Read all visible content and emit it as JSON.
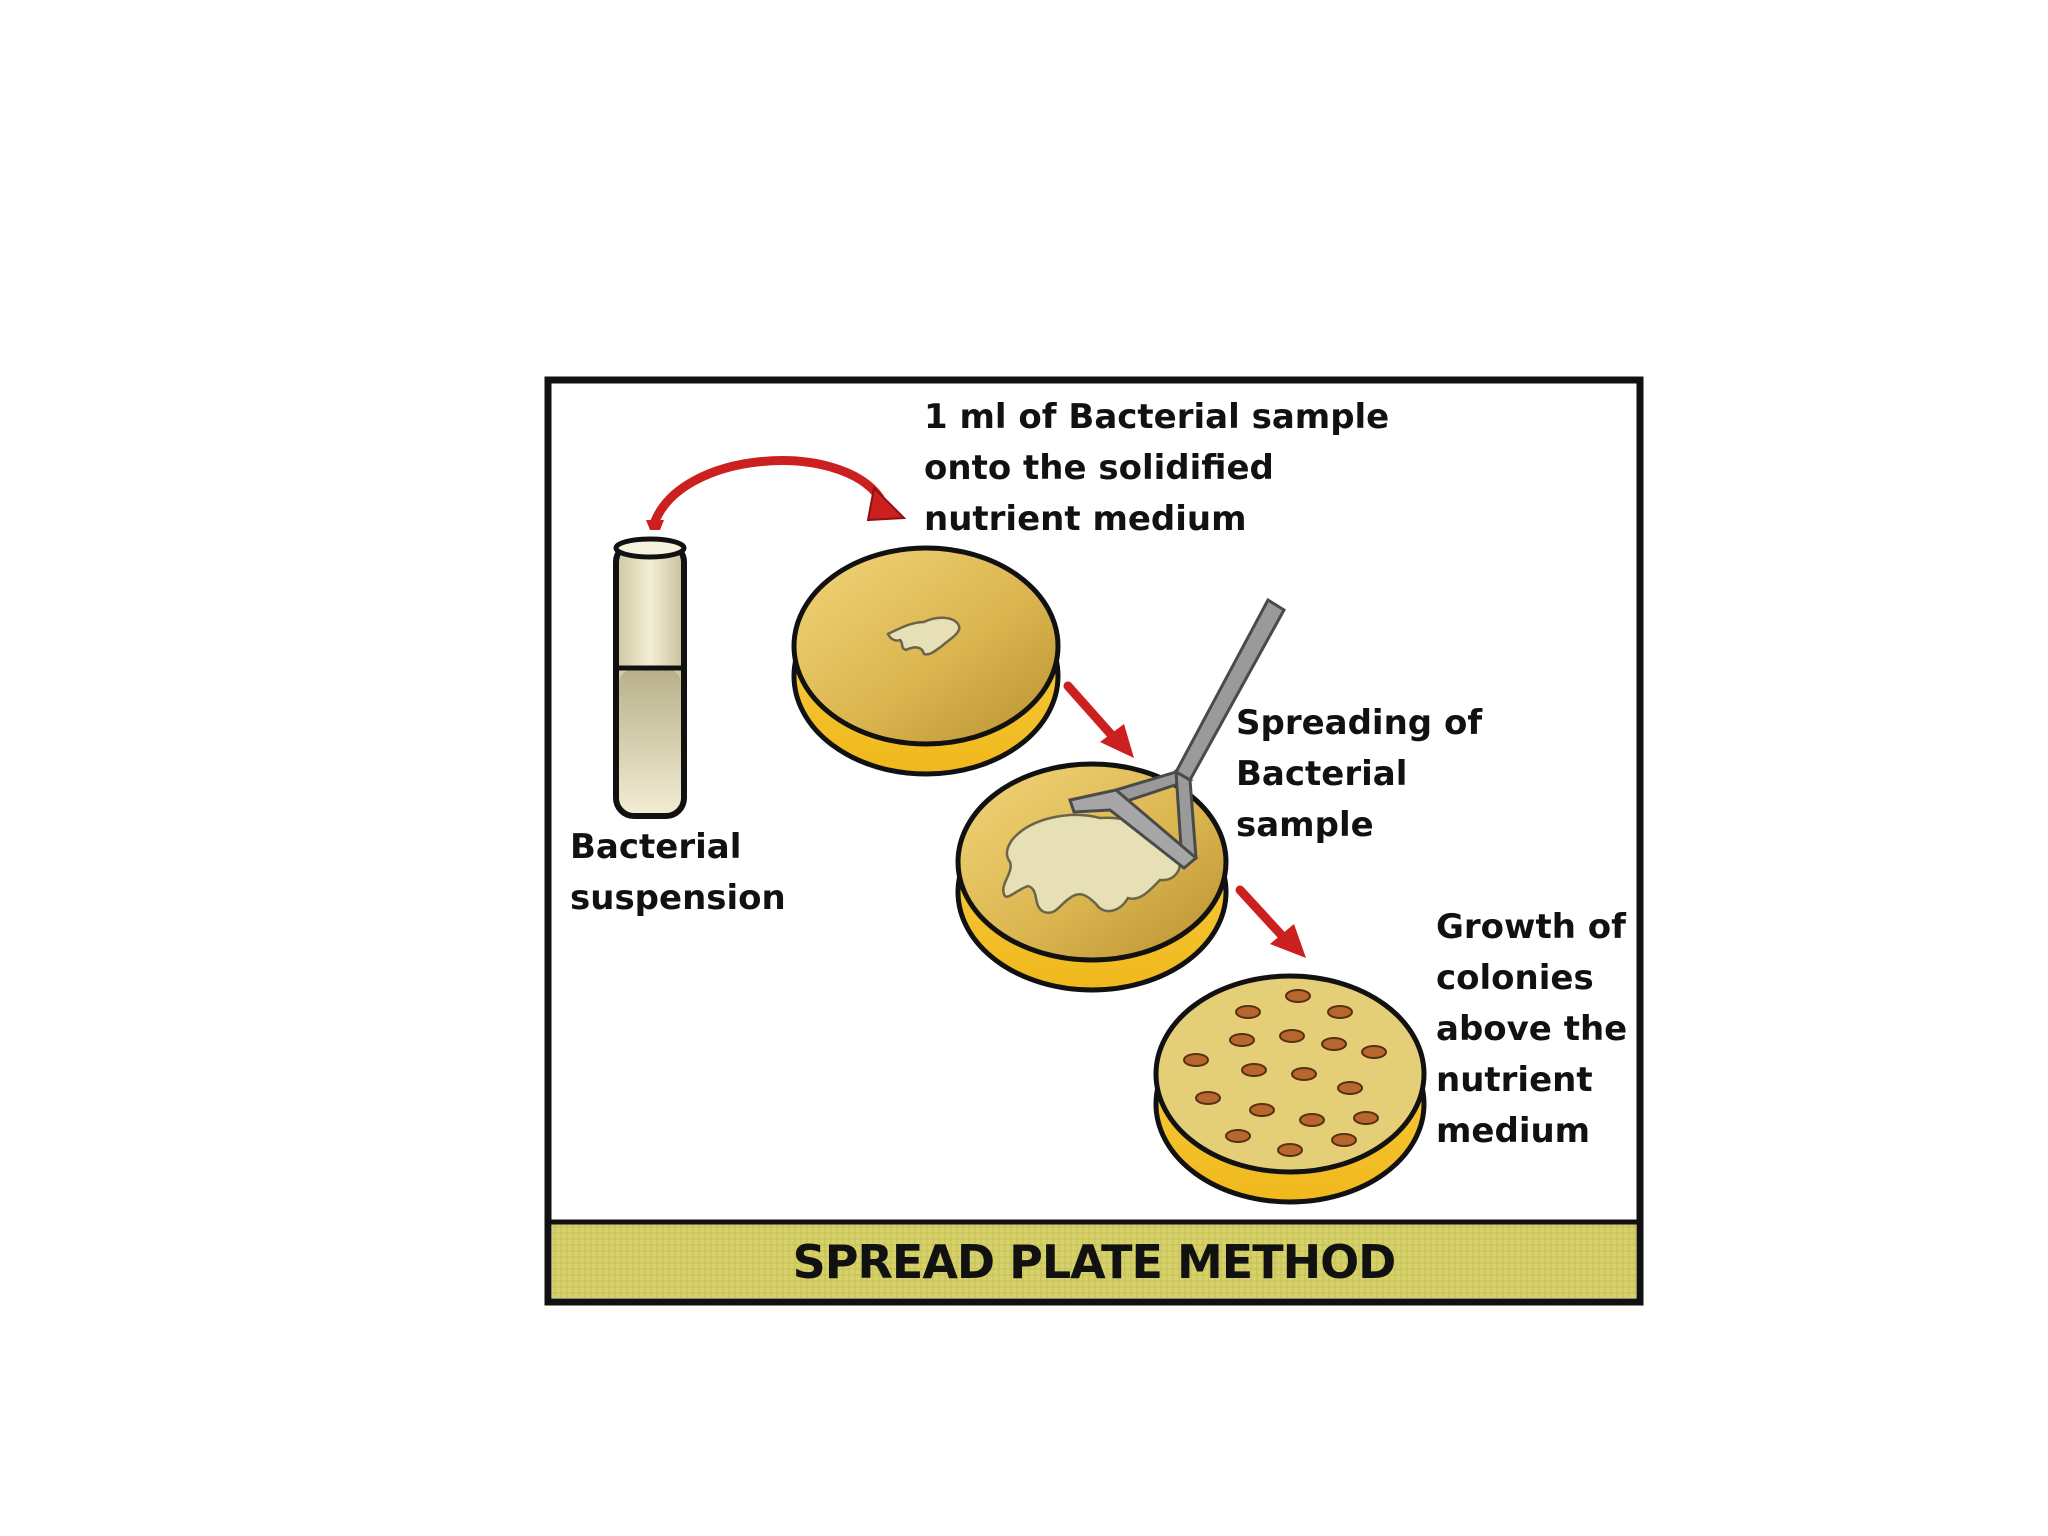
{
  "labels": {
    "transfer": [
      "1 ml of Bacterial sample",
      "onto the solidified",
      "nutrient medium"
    ],
    "suspension": [
      "Bacterial",
      "suspension"
    ],
    "spreading": [
      "Spreading of",
      "Bacterial",
      "sample"
    ],
    "growth": [
      "Growth of",
      "colonies",
      "above the",
      "nutrient",
      "medium"
    ]
  },
  "caption": "SPREAD PLATE METHOD",
  "colors": {
    "frame": "#111111",
    "plate_top": "#e2bf55",
    "plate_base": "#f6c72e",
    "arrow": "#cc1f1f",
    "sample": "#e7dfb5",
    "spreader": "#9a9a9a",
    "colony": "#b5672e",
    "caption_band": "#d6d16a"
  }
}
